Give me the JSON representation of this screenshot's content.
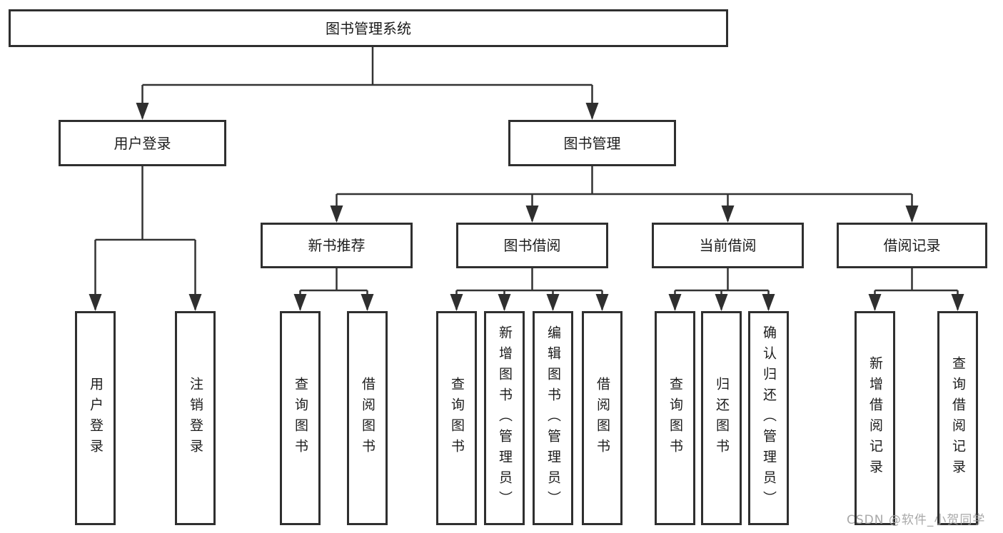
{
  "diagram": {
    "title": "图书管理系统",
    "level2": [
      {
        "label": "用户登录"
      },
      {
        "label": "图书管理"
      }
    ],
    "level3": [
      {
        "label": "新书推荐"
      },
      {
        "label": "图书借阅"
      },
      {
        "label": "当前借阅"
      },
      {
        "label": "借阅记录"
      }
    ],
    "leaves_user_login": [
      "用户登录",
      "注销登录"
    ],
    "leaves_new_book": [
      "查询图书",
      "借阅图书"
    ],
    "leaves_book_borrow": [
      "查询图书",
      "新增图书（管理员）",
      "编辑图书（管理员）",
      "借阅图书"
    ],
    "leaves_current_borrow": [
      "查询图书",
      "归还图书",
      "确认归还（管理员）"
    ],
    "leaves_borrow_records": [
      "新增借阅记录",
      "查询借阅记录"
    ],
    "colors": {
      "line": "#333333",
      "box_border": "#2f2f2f",
      "text": "#1c1c1c",
      "watermark": "#9e9e9e",
      "background": "#ffffff"
    }
  },
  "watermark": {
    "text": "CSDN @软件_小贺同学"
  }
}
